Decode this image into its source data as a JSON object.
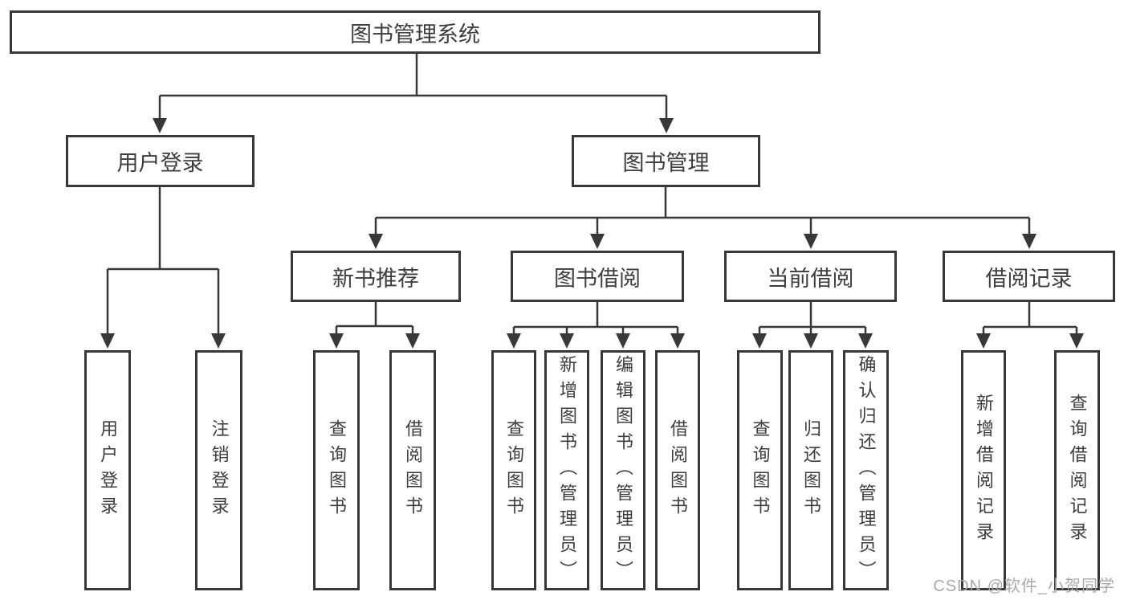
{
  "colors": {
    "line": "#383838",
    "box_border": "#383838",
    "box_fill": "#ffffff",
    "text": "#3d3d3d",
    "watermark": "#a9a9a9",
    "background": "#ffffff"
  },
  "watermark": {
    "text": "CSDN @软件_小贺同学"
  },
  "tree": {
    "root": {
      "label": "图书管理系统",
      "children": [
        {
          "label": "用户登录",
          "children": [
            {
              "label": "用户登录"
            },
            {
              "label": "注销登录"
            }
          ]
        },
        {
          "label": "图书管理",
          "children": [
            {
              "label": "新书推荐",
              "children": [
                {
                  "label": "查询图书"
                },
                {
                  "label": "借阅图书"
                }
              ]
            },
            {
              "label": "图书借阅",
              "children": [
                {
                  "label": "查询图书"
                },
                {
                  "label": "新增图书（管理员）"
                },
                {
                  "label": "编辑图书（管理员）"
                },
                {
                  "label": "借阅图书"
                }
              ]
            },
            {
              "label": "当前借阅",
              "children": [
                {
                  "label": "查询图书"
                },
                {
                  "label": "归还图书"
                },
                {
                  "label": "确认归还（管理员）"
                }
              ]
            },
            {
              "label": "借阅记录",
              "children": [
                {
                  "label": "新增借阅记录"
                },
                {
                  "label": "查询借阅记录"
                }
              ]
            }
          ]
        }
      ]
    }
  }
}
